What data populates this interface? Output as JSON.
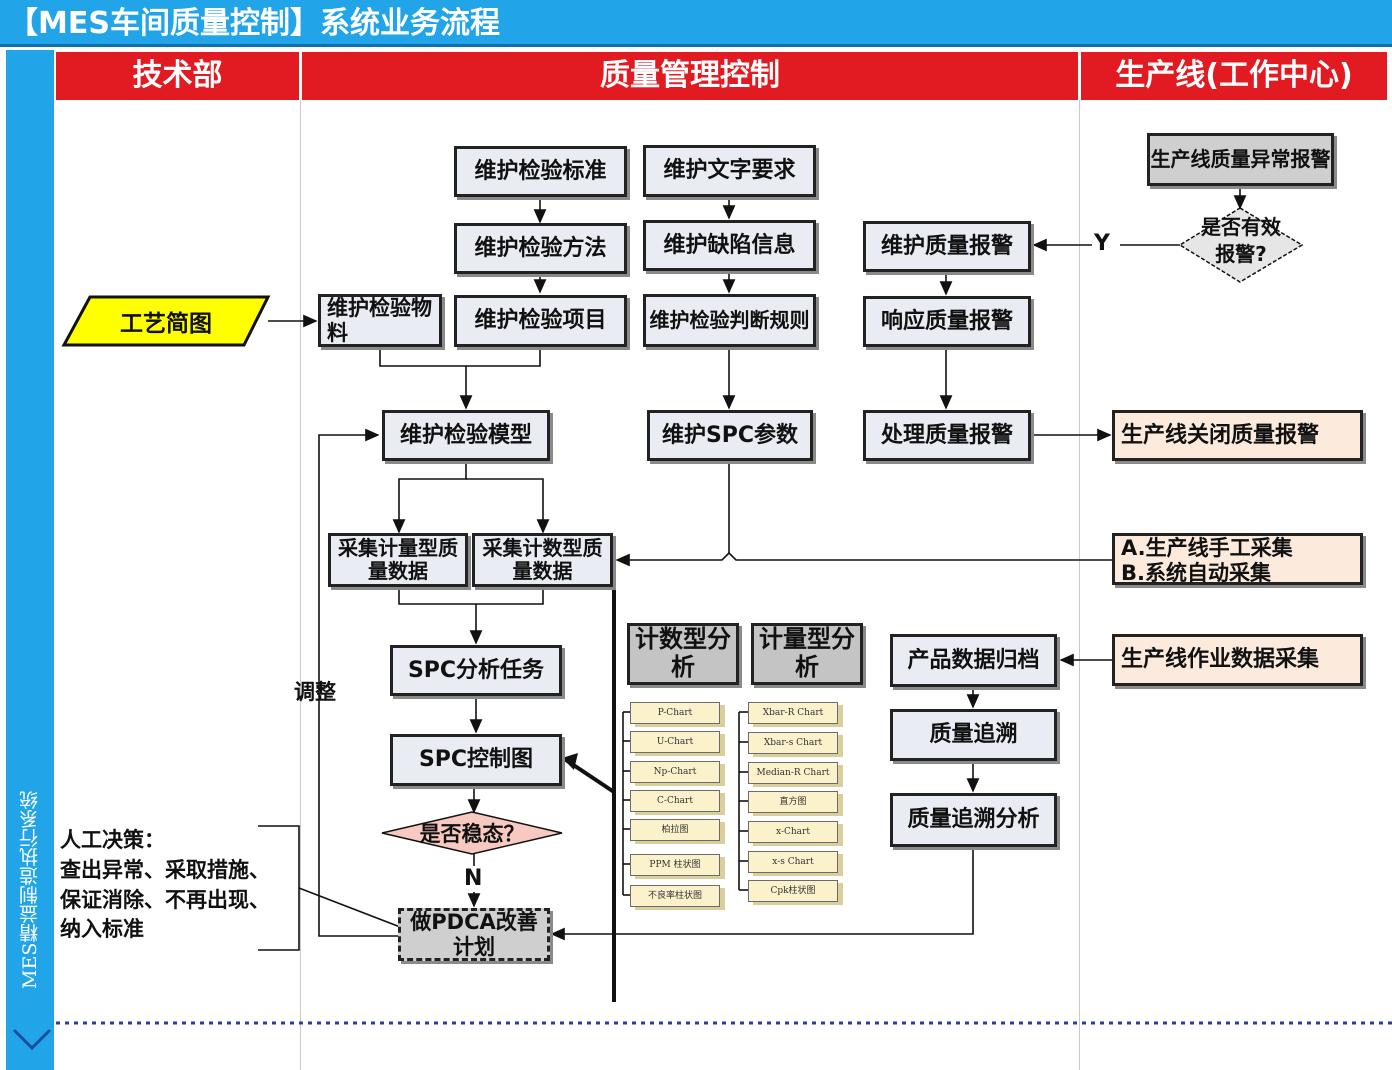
{
  "title": "【MES车间质量控制】系统业务流程",
  "side_label": "MES精益制造执行系统",
  "lanes": [
    "技术部",
    "质量管理控制",
    "生产线(工作中心)"
  ],
  "nodes": {
    "craft_diagram": "工艺简图",
    "maint_std": "维护检验标准",
    "maint_method": "维护检验方法",
    "maint_item": "维护检验项目",
    "maint_material": "维护检验物料",
    "maint_text": "维护文字要求",
    "maint_defect": "维护缺陷信息",
    "maint_rule": "维护检验判断规则",
    "maint_model": "维护检验模型",
    "maint_spc_param": "维护SPC参数",
    "maint_alarm": "维护质量报警",
    "respond_alarm": "响应质量报警",
    "handle_alarm": "处理质量报警",
    "line_exception": "生产线质量异常报警",
    "valid_alarm": "是否有效报警?",
    "line_close": "生产线关闭质量报警",
    "collect_a": "A.生产线手工采集",
    "collect_b": "B.系统自动采集",
    "collect_var": "采集计量型质量数据",
    "collect_attr": "采集计数型质量数据",
    "spc_task": "SPC分析任务",
    "spc_chart": "SPC控制图",
    "stable": "是否稳态？",
    "pdca": "做PDCA改善计划",
    "attr_analysis": "计数型分析",
    "var_analysis": "计量型分析",
    "archive": "产品数据归档",
    "trace": "质量追溯",
    "trace_analysis": "质量追溯分析",
    "line_data": "生产线作业数据采集"
  },
  "labels": {
    "yes": "Y",
    "no": "N",
    "adjust": "调整",
    "decision": "人工决策：\n查出异常、采取措施、保证消除、不再出现、纳入标准"
  },
  "attr_charts": [
    "P-Chart",
    "U-Chart",
    "Np-Chart",
    "C-Chart",
    "柏拉图",
    "PPM 柱状图",
    "不良率柱状图"
  ],
  "var_charts": [
    "Xbar-R Chart",
    "Xbar-s Chart",
    "Median-R Chart",
    "直方图",
    "x-Chart",
    "x-s Chart",
    "Cpk柱状图"
  ],
  "colors": {
    "title_bg": "#22a4e8",
    "lane_head": "#e21b22",
    "parallelogram": "#ffff00",
    "peach": "#fcebdd"
  }
}
